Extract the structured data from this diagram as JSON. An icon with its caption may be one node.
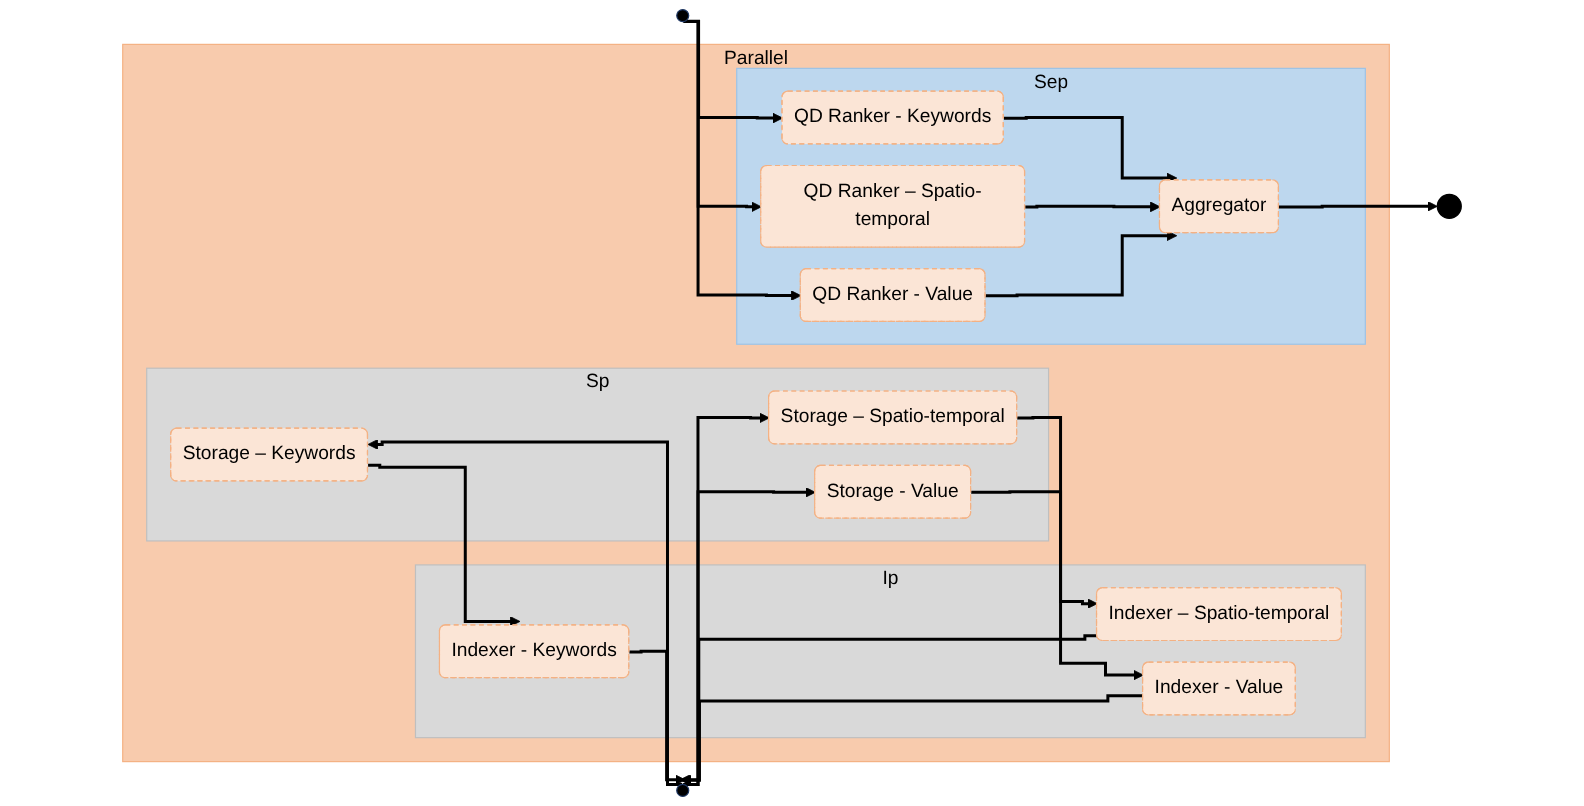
{
  "diagram": {
    "nodes": [
      {
        "text": [
          "Parallel"
        ]
      },
      {
        "text": [
          "Sp"
        ],
        "in": 0
      },
      {
        "text": [
          "Storage – Keywords"
        ],
        "in": 1
      },
      {
        "text": [
          "Storage – Spatio-temporal"
        ],
        "in": 1
      },
      {
        "text": [
          "Storage - Value"
        ],
        "in": 1
      },
      {
        "text": [
          "Ip"
        ],
        "in": 0
      },
      {
        "text": [
          "Indexer - Keywords"
        ],
        "in": 5
      },
      {
        "text": [
          "Indexer – Spatio-temporal"
        ],
        "in": 5
      },
      {
        "text": [
          "Indexer - Value"
        ],
        "in": 5
      },
      {
        "text": [
          "Sep"
        ],
        "in": 0
      },
      {
        "text": [
          "QD Ranker - Keywords"
        ],
        "in": 9
      },
      {
        "text": [
          "QD Ranker – Spatio-temporal"
        ],
        "in": 9
      },
      {
        "text": [
          "QD Ranker - Value"
        ],
        "in": 9
      },
      {
        "text": [
          "Aggregator"
        ],
        "in": 9
      },
      {
        "text": [],
        "shape": "circle"
      },
      {
        "text": [],
        "shape": "circle"
      },
      {
        "text": [],
        "shape": "circle"
      }
    ],
    "edges": [
      {
        "from": 14,
        "to": 2,
        "arrow": "to"
      },
      {
        "from": 14,
        "to": 3,
        "arrow": "to"
      },
      {
        "from": 14,
        "to": 4,
        "arrow": "to"
      },
      {
        "from": 2,
        "to": 6,
        "arrow": "to"
      },
      {
        "from": 3,
        "to": 7,
        "arrow": "to"
      },
      {
        "from": 4,
        "to": 8,
        "arrow": "to"
      },
      {
        "from": 6,
        "to": 14,
        "arrow": "to"
      },
      {
        "from": 7,
        "to": 14,
        "arrow": "to"
      },
      {
        "from": 8,
        "to": 14,
        "arrow": "to"
      },
      {
        "from": 15,
        "to": 10,
        "arrow": "to"
      },
      {
        "from": 15,
        "to": 11,
        "arrow": "to"
      },
      {
        "from": 15,
        "to": 12,
        "arrow": "to"
      },
      {
        "from": 10,
        "to": 13,
        "arrow": "to"
      },
      {
        "from": 11,
        "to": 13,
        "arrow": "to"
      },
      {
        "from": 12,
        "to": 13,
        "arrow": "to"
      },
      {
        "from": 13,
        "to": 16,
        "arrow": "to"
      }
    ]
  }
}
